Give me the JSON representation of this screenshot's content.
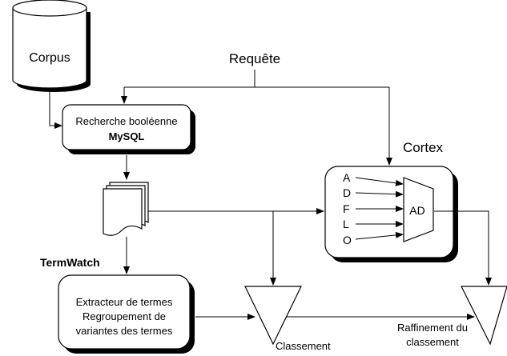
{
  "nodes": {
    "corpus": "Corpus",
    "requete": "Requête",
    "recherche_line1": "Recherche booléenne",
    "recherche_line2": "MySQL",
    "cortex": "Cortex",
    "ad": "AD",
    "inputs": [
      "A",
      "D",
      "F",
      "L",
      "O"
    ],
    "termwatch": "TermWatch",
    "extracteur_line1": "Extracteur de termes",
    "extracteur_line2": "Regroupement de",
    "extracteur_line3": "variantes des termes",
    "classement": "Classement",
    "raffinement_line1": "Raffinement du",
    "raffinement_line2": "classement"
  }
}
